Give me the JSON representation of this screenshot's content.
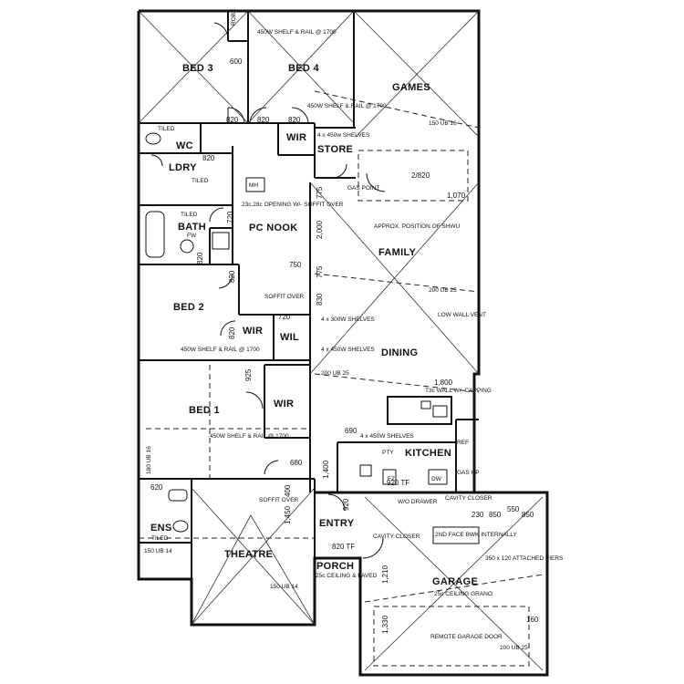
{
  "rooms": {
    "bed3": "BED 3",
    "bed4": "BED 4",
    "games": "GAMES",
    "wc": "WC",
    "wir_a": "WIR",
    "store": "STORE",
    "ldry": "LDRY",
    "bath": "BATH",
    "pc_nook": "PC NOOK",
    "family": "FAMILY",
    "bed2": "BED 2",
    "wir_b": "WIR",
    "wil": "WIL",
    "dining": "DINING",
    "bed1": "BED 1",
    "wir_c": "WIR",
    "kitchen": "KITCHEN",
    "ens": "ENS",
    "theatre": "THEATRE",
    "entry": "ENTRY",
    "porch": "PORCH",
    "garage": "GARAGE"
  },
  "notes": {
    "robe": "ROBE",
    "shelf_bed4": "450W SHELF & RAIL @ 1700",
    "shelf_wir": "450W SHELF & RAIL @ 1700",
    "shelves_store": "4 x 450w SHELVES",
    "tiled_wc": "TILED",
    "tiled_ldry": "TILED",
    "tiled_bath": "TILED",
    "tiled_ens": "TILED",
    "opening_pc": "23c.28c OPENING W/- SOFFIT OVER",
    "mh": "MH",
    "gas_point": "GAS POINT",
    "shw_pos": "APPROX. POSITION OF SHWU",
    "ub_games": "150 UB 16",
    "ub_family": "200 UB 25",
    "low_wall": "LOW WALL VENT",
    "soffit_over": "SOFFIT OVER",
    "shelves_300": "4 x 300W SHELVES",
    "shelves_450": "4 x 450W SHELVES",
    "shelf_bed2": "450W SHELF & RAIL @ 1700",
    "ub_dining": "200 UB 25",
    "wall_capping": "T3c WALL W/- CAPPING",
    "shelf_bed1": "450W SHELF & RAIL @ 1700",
    "ub_bed1": "180 UB 16",
    "shelves_kitchen": "4 x 450W SHELVES",
    "pantry": "PTY",
    "fridge": "FZ",
    "dw": "DW",
    "ref": "REF",
    "gas_hp": "GAS HP",
    "wo_drawer": "W/O DRAWER",
    "cavity_closer1": "CAVITY CLOSER",
    "soffit_theatre": "SOFFIT OVER",
    "ub_ens": "150 UB 14",
    "ub_theatre": "150 UB 14",
    "cavity_closer2": "CAVITY CLOSER",
    "face_brick": "2ND FACE BWK INTERNALLY",
    "piers": "350 x 120 ATTACHED PIERS",
    "garage_ceiling": "25c CEILING GRANO",
    "remote_door": "REMOTE GARAGE DOOR",
    "ub_garage": "200 UB 25",
    "porch_ceiling": "25c CEILING & PAVED",
    "fw": "FW"
  },
  "dims": {
    "d600": "600",
    "d820a": "820",
    "d820b": "820",
    "d820c": "820",
    "d820d": "820",
    "d820e": "820",
    "d820f": "820",
    "d820g": "820",
    "d720a": "720",
    "d720b": "720",
    "d775": "775",
    "d2000": "2,000",
    "d775b": "775",
    "d830": "830",
    "d750": "750",
    "d2820": "2/820",
    "d1070": "1,070",
    "d1800": "1,800",
    "d925": "925",
    "d690": "690",
    "d680": "680",
    "d1400": "1,400",
    "d1450": "1,450",
    "d400": "400",
    "d920": "920",
    "d920tf": "920 TF",
    "d820tf": "820 TF",
    "d230": "230",
    "d850a": "850",
    "d850b": "850",
    "d550": "550",
    "d1210": "1,210",
    "d1330": "1,330",
    "d160": "160",
    "d620": "620"
  }
}
